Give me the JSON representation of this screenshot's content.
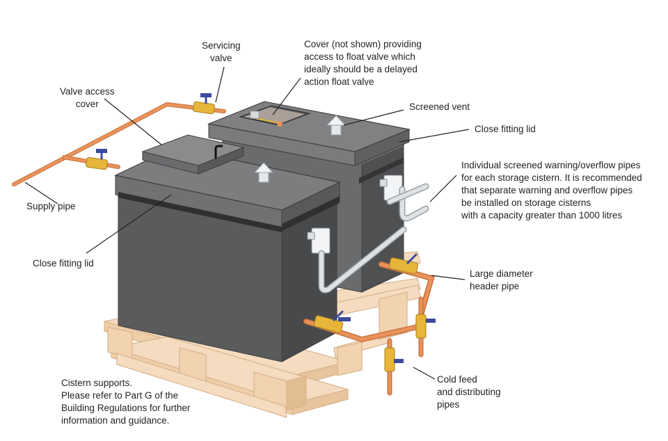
{
  "labels": {
    "servicing_valve": [
      "Servicing",
      "valve"
    ],
    "float_cover": [
      "Cover (not shown) providing",
      "access to float valve which",
      "ideally should be a delayed",
      "action float valve"
    ],
    "valve_access_cover": [
      "Valve access",
      "cover"
    ],
    "screened_vent": "Screened vent",
    "close_fitting_lid_right": "Close fitting lid",
    "overflow_note": [
      "Individual screened warning/overflow pipes",
      "for each storage cistern. It is recommended",
      "that separate warning and overflow pipes",
      "be installed on storage cisterns",
      "with a capacity greater than 1000 litres"
    ],
    "supply_pipe": "Supply pipe",
    "close_fitting_lid_left": "Close fitting lid",
    "header_pipe": [
      "Large diameter",
      "header pipe"
    ],
    "cold_feed": [
      "Cold feed",
      "and distributing",
      "pipes"
    ],
    "cistern_supports": [
      "Cistern supports.",
      "Please refer to Part G of the",
      "Building Regulations for further",
      "information and guidance."
    ]
  },
  "colors": {
    "tank_body": "#58585a",
    "tank_lid": "#6d6e70",
    "tank_top": "#7a7b7d",
    "tank_band": "#3a3a3c",
    "copper": "#e9925a",
    "brass": "#e6b53a",
    "valve_handle": "#3b4a9c",
    "timber": "#f5dcc0",
    "timber_edge": "#d9b48e",
    "overflow_pipe": "#dfe2e4",
    "leader": "#231f20"
  }
}
